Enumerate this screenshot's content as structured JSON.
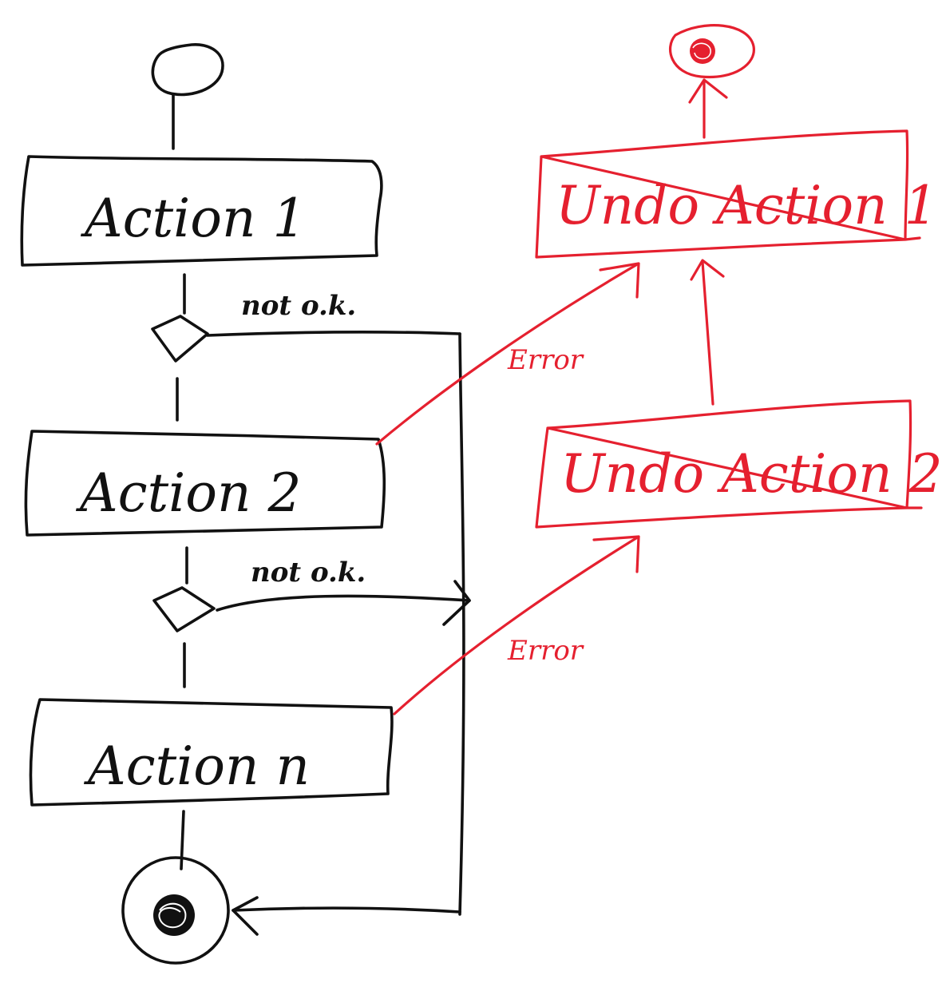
{
  "colors": {
    "ink": "#111111",
    "error_ink": "#e5202f"
  },
  "actions": [
    {
      "label": "Action 1"
    },
    {
      "label": "Action 2"
    },
    {
      "label": "Action n"
    }
  ],
  "undo_actions": [
    {
      "label": "Undo Action 1"
    },
    {
      "label": "Undo Action 2"
    }
  ],
  "guards": [
    {
      "label": "not o.k."
    },
    {
      "label": "not o.k."
    }
  ],
  "error_edges": [
    {
      "label": "Error"
    },
    {
      "label": "Error"
    }
  ]
}
